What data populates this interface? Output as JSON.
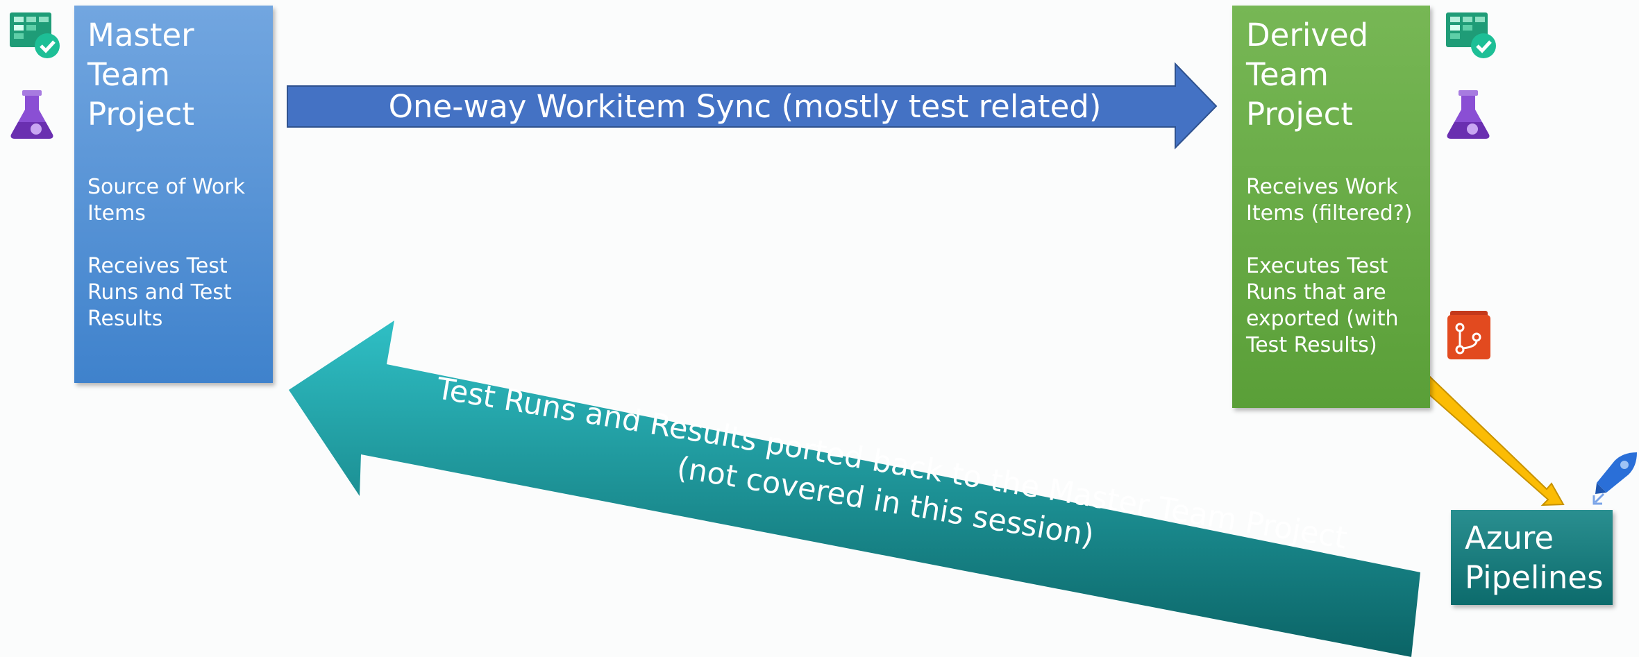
{
  "master": {
    "title": [
      "Master",
      "Team",
      "Project"
    ],
    "desc1": "Source of Work\nItems",
    "desc2": "Receives Test\nRuns and Test\nResults"
  },
  "derived": {
    "title": [
      "Derived",
      "Team",
      "Project"
    ],
    "desc1": "Receives Work\nItems (filtered?)",
    "desc2": "Executes Test\nRuns that are\nexported (with\nTest Results)"
  },
  "azure": {
    "title": [
      "Azure",
      "Pipelines"
    ]
  },
  "arrows": {
    "sync": "One-way Workitem Sync (mostly test related)",
    "back_line1": "Test Runs and Results ported back to the Master Team Project",
    "back_line2": "(not covered in this session)"
  },
  "icons": [
    "boards-icon",
    "test-plans-icon",
    "repos-icon",
    "pipelines-icon"
  ],
  "colors": {
    "master": "#4a8ad4",
    "derived": "#68ab45",
    "azure": "#167a7b",
    "sync_arrow": "#4472c4",
    "back_arrow": "#137a80",
    "pipeline_arrow": "#fbbc05"
  }
}
